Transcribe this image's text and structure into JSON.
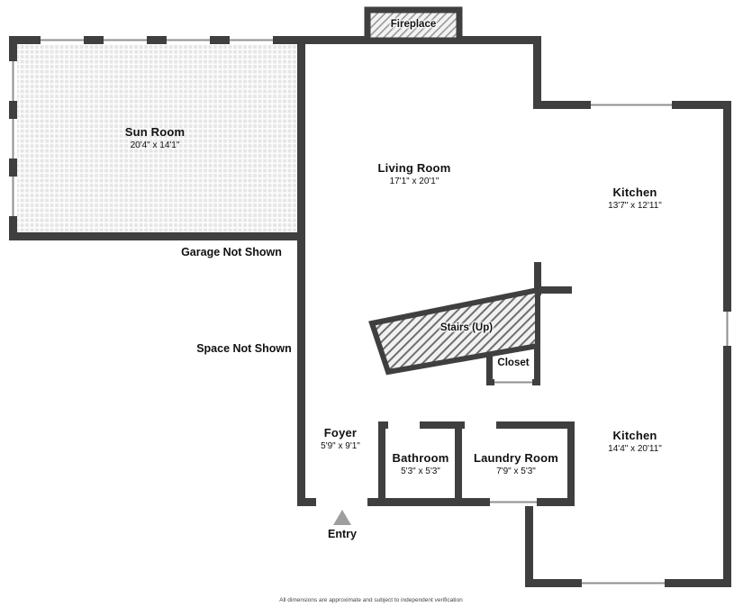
{
  "plan": {
    "fireplace": {
      "name": "Fireplace"
    },
    "sun_room": {
      "name": "Sun Room",
      "dims": "20'4\" x 14'1\""
    },
    "living_room": {
      "name": "Living Room",
      "dims": "17'1\" x 20'1\""
    },
    "kitchen_upper": {
      "name": "Kitchen",
      "dims": "13'7\" x 12'11\""
    },
    "kitchen_lower": {
      "name": "Kitchen",
      "dims": "14'4\" x 20'11\""
    },
    "stairs": {
      "name": "Stairs (Up)"
    },
    "closet": {
      "name": "Closet"
    },
    "foyer": {
      "name": "Foyer",
      "dims": "5'9\" x 9'1\""
    },
    "bathroom": {
      "name": "Bathroom",
      "dims": "5'3\" x 5'3\""
    },
    "laundry_room": {
      "name": "Laundry Room",
      "dims": "7'9\" x 5'3\""
    }
  },
  "annotations": {
    "garage_note": "Garage Not Shown",
    "space_note": "Space Not Shown",
    "entry_label": "Entry",
    "disclaimer": "All dimensions are approximate and subject to independent verification"
  },
  "colors": {
    "wall": "#3f3f3f",
    "floor": "#ffffff",
    "window_line": "#8f8f8f",
    "entry_arrow": "#9e9e9e",
    "text": "#111111"
  },
  "icons": {
    "entry_arrow": "triangle-up"
  }
}
